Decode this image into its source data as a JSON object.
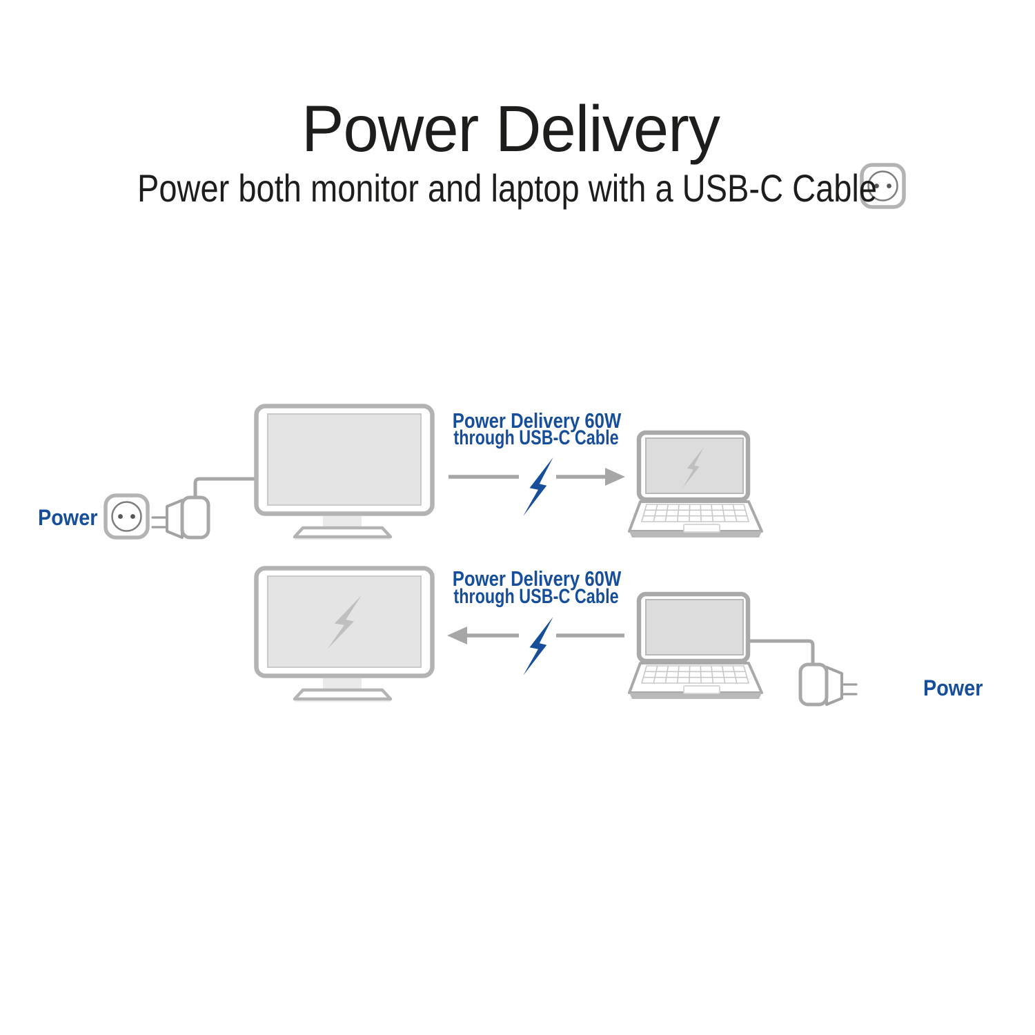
{
  "header": {
    "title": "Power Delivery",
    "subtitle": "Power both monitor and laptop with a USB-C Cable"
  },
  "colors": {
    "accent-blue": "#164e9a",
    "heading": "#1d1d1b",
    "outline-gray": "#b3b3b3",
    "laptop-outline-gray": "#a9a9a9",
    "arrow-gray": "#a6a6a6",
    "monitor-screen": "#e4e4e4",
    "laptop-screen": "#dcdcdc",
    "screen-bolt-gray": "#bfbfbf",
    "base-strip-gray": "#b9b9b9"
  },
  "scenarios": [
    {
      "name": "monitor-powers-laptop",
      "power_label": "Power",
      "label_line1": "Power Delivery 60W",
      "label_line2": "through USB-C Cable",
      "arrow_direction": "right",
      "icons": [
        "power-outlet-icon",
        "power-adapter-icon",
        "monitor-icon",
        "lightning-bolt-icon",
        "laptop-icon"
      ]
    },
    {
      "name": "laptop-powers-monitor",
      "power_label": "Power",
      "label_line1": "Power Delivery 60W",
      "label_line2": "through USB-C Cable",
      "arrow_direction": "left",
      "icons": [
        "monitor-icon",
        "lightning-bolt-icon",
        "laptop-icon",
        "power-adapter-icon",
        "power-outlet-icon"
      ]
    }
  ]
}
